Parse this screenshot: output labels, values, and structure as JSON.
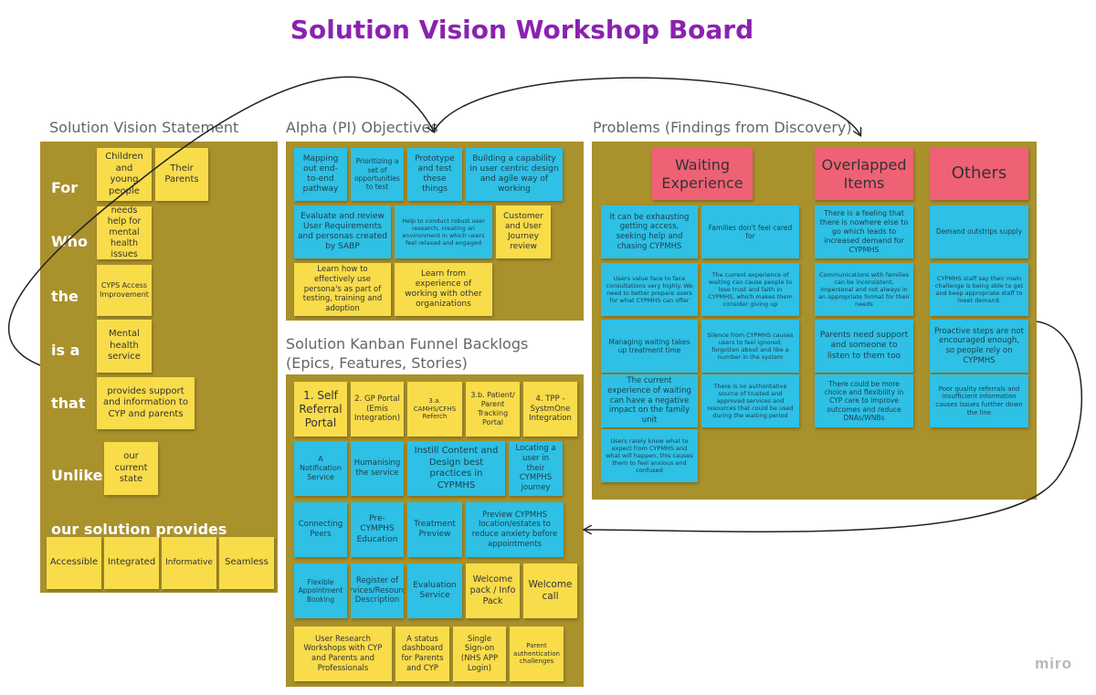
{
  "title": "Solution Vision Workshop Board",
  "sections": {
    "vision": "Solution Vision Statement",
    "alpha": "Alpha (PI) Objectives",
    "problems": "Problems (Findings from Discovery)",
    "kanban": "Solution Kanban Funnel Backlogs (Epics, Features, Stories)"
  },
  "vision": {
    "labels": [
      "For",
      "Who",
      "the",
      "is a",
      "that",
      "Unlike",
      "our solution provides"
    ],
    "for_notes": [
      "Children and young people",
      "Their Parents"
    ],
    "who": "needs help for mental health issues",
    "the": "CYPS Access Improvement",
    "is_a": "Mental health service",
    "that": "provides support and information to CYP and parents",
    "unlike": "our current state",
    "provides": [
      "Accessible",
      "Integrated",
      "Informative",
      "Seamless"
    ]
  },
  "alpha": [
    "Mapping out end-to-end pathway",
    "Prioritizing a set of opportunities to test",
    "Prototype and test these things",
    "Building a capability in user centric design and agile way of working",
    "Evaluate and review User Requirements and personas created by SABP",
    "Help to conduct robust user research, creating an environment in which users feel relaxed and engaged",
    "Customer and User Journey review",
    "Learn how to effectively use persona's as part of testing, training and adoption",
    "Learn from experience of working with other organizations"
  ],
  "problems": {
    "headers": [
      "Waiting Experience",
      "Overlapped Items",
      "Others"
    ],
    "waiting": [
      "It can be exhausting getting access, seeking help and chasing CYPMHS",
      "Families don't feel cared for",
      "Users value face to face consultations very highly. We need to better prepare users for what CYPMHS can offer",
      "The current experience of waiting can cause people to lose trust and faith in CYPMHS, which makes them consider giving up",
      "Managing waiting takes up treatment time",
      "Silence from CYPMHS causes users to feel ignored, forgotten about and like a number in the system",
      "The current experience of waiting can have a negative impact on the family unit",
      "There is no authoritative source of trusted and approved services and resources that could be used during the waiting period",
      "Users rarely know what to expect from CYPMHS and what will happen, this causes them to feel anxious and confused"
    ],
    "overlapped": [
      "There is a feeling that there is nowhere else to go which leads to increased demand for CYPMHS",
      "Communications with families can be inconsistent, impersonal and not always in an appropriate format for their needs",
      "Parents need support and someone to listen to them too",
      "There could be more choice and flexibility in CYP care to improve outcomes and reduce DNAs/WNBs"
    ],
    "others": [
      "Demand outstrips supply",
      "CYPMHS staff say their main challenge is being able to get and keep appropriate staff to meet demand.",
      "Proactive steps are not encouraged enough, so people rely on CYPMHS",
      "Poor quality referrals and insufficient information causes issues further down the line"
    ]
  },
  "kanban": [
    "1. Self Referral Portal",
    "2. GP Portal (Emis Integration)",
    "3.a. CAMHS/CFHS Referch",
    "3.b. Patient/ Parent Tracking Portal",
    "4. TPP - SystmOne Integration",
    "A Notification Service",
    "Humanising the service",
    "Instill Content and Design best practices in CYPMHS",
    "Locating a user in their CYMPHS journey",
    "Connecting Peers",
    "Pre-CYMPHS Education",
    "Treatment Preview",
    "Preview CYPMHS location/estates to reduce anxiety before appointments",
    "Flexible Appointment Booking",
    "Register of Services/Resources Description",
    "Evaluation Service",
    "Welcome pack / Info Pack",
    "Welcome call",
    "User Research Workshops with CYP and Parents and Professionals",
    "A status dashboard for Parents and CYP",
    "Single Sign-on (NHS APP Login)",
    "Parent authentication challenges"
  ],
  "brand": "miro",
  "colors": {
    "title": "#8a22b0",
    "panel": "#a9912c",
    "yellow": "#f9dc4a",
    "blue": "#2ec0e5",
    "pink": "#ef6275"
  }
}
